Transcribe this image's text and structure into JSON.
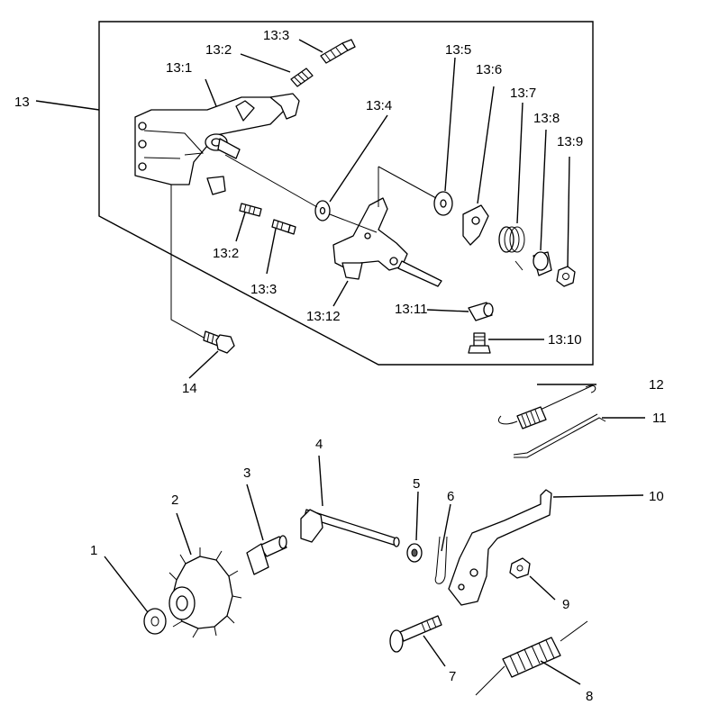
{
  "callouts": {
    "c13": "13",
    "c13_1": "13:1",
    "c13_2a": "13:2",
    "c13_2b": "13:2",
    "c13_3a": "13:3",
    "c13_3b": "13:3",
    "c13_4": "13:4",
    "c13_5": "13:5",
    "c13_6": "13:6",
    "c13_7": "13:7",
    "c13_8": "13:8",
    "c13_9": "13:9",
    "c13_10": "13:10",
    "c13_11": "13:11",
    "c13_12": "13:12",
    "c14": "14",
    "c1": "1",
    "c2": "2",
    "c3": "3",
    "c4": "4",
    "c5": "5",
    "c6": "6",
    "c7": "7",
    "c8": "8",
    "c9": "9",
    "c10": "10",
    "c11": "11",
    "c12": "12"
  }
}
